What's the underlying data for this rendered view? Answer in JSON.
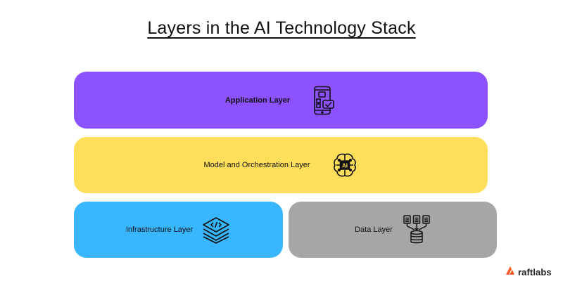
{
  "title": "Layers in the AI Technology Stack",
  "layers": [
    {
      "label": "Application Layer",
      "color": "#8c52ff",
      "icon": "mobile-app-check-icon"
    },
    {
      "label": "Model and Orchestration Layer",
      "color": "#ffde59",
      "icon": "ai-brain-icon"
    },
    {
      "label": "Infrastructure Layer",
      "color": "#38b6ff",
      "icon": "code-layers-icon"
    },
    {
      "label": "Data Layer",
      "color": "#a6a6a6",
      "icon": "documents-database-icon"
    }
  ],
  "brand": {
    "name": "raftlabs",
    "logo_color": "#ff5a1f"
  }
}
